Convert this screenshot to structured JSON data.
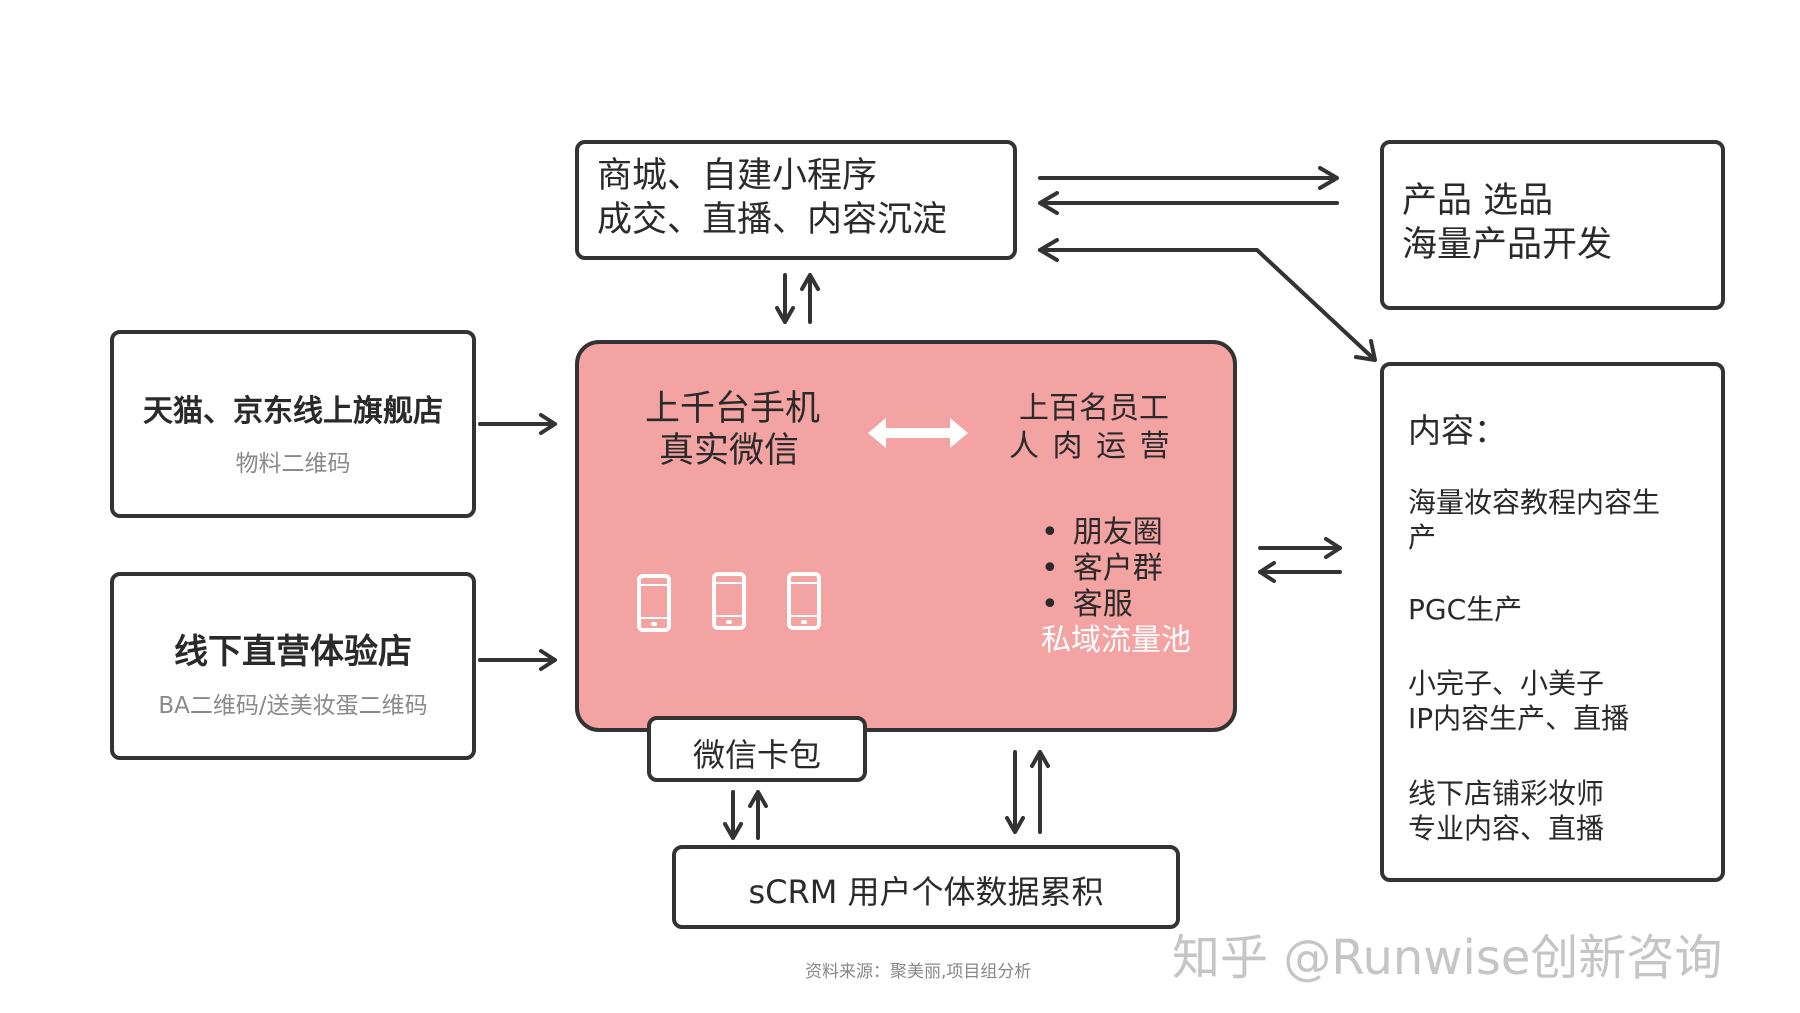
{
  "mall": {
    "line1": "商城、自建小程序",
    "line2": "成交、直播、内容沉淀"
  },
  "product": {
    "line1": "产品 选品",
    "line2": "海量产品开发"
  },
  "tmall": {
    "title": "天猫、京东线上旗舰店",
    "sub": "物料二维码"
  },
  "offline": {
    "title": "线下直营体验店",
    "sub": "BA二维码/送美妆蛋二维码"
  },
  "center": {
    "left1": "上千台手机",
    "left2": "真实微信",
    "right1": "上百名员工",
    "right2": "人 肉 运 营",
    "bullets": [
      "朋友圈",
      "客户群",
      "客服"
    ],
    "pool": "私域流量池"
  },
  "wxcard": "微信卡包",
  "scrm": "sCRM 用户个体数据累积",
  "content": {
    "title": "内容：",
    "items": [
      "海量妆容教程内容生",
      "产",
      "PGC生产",
      "小完子、小美子",
      "IP内容生产、直播",
      "线下店铺彩妆师",
      "专业内容、直播"
    ]
  },
  "source": "资料来源：聚美丽,项目组分析",
  "watermark": "知乎 @Runwise创新咨询",
  "colors": {
    "center_fill": "#f4a3a3",
    "border": "#333333"
  },
  "icons": {
    "phone": "phone-icon",
    "double_arrow": "double-arrow-icon"
  }
}
